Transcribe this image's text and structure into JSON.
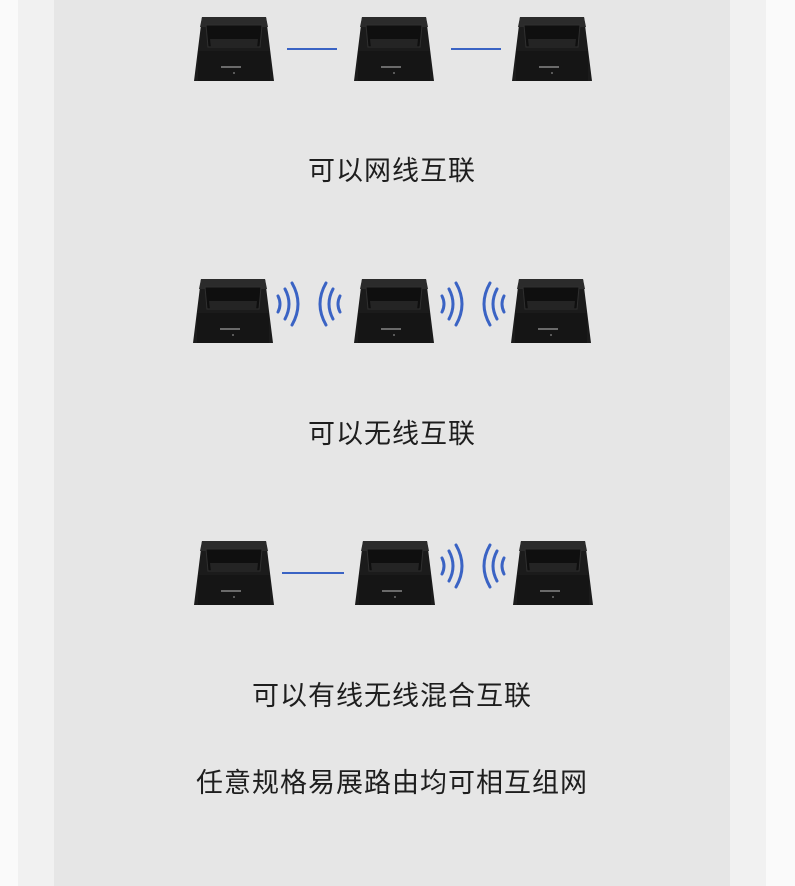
{
  "sections": [
    {
      "caption": "可以网线互联"
    },
    {
      "caption": "可以无线互联"
    },
    {
      "caption": "可以有线无线混合互联"
    }
  ],
  "footer_text": "任意规格易展路由均可相互组网",
  "colors": {
    "panel": "#e6e6e6",
    "link": "#3a63c4",
    "router": "#1a1a1a"
  },
  "icons": [
    "router-icon",
    "wifi-signal-icon"
  ]
}
